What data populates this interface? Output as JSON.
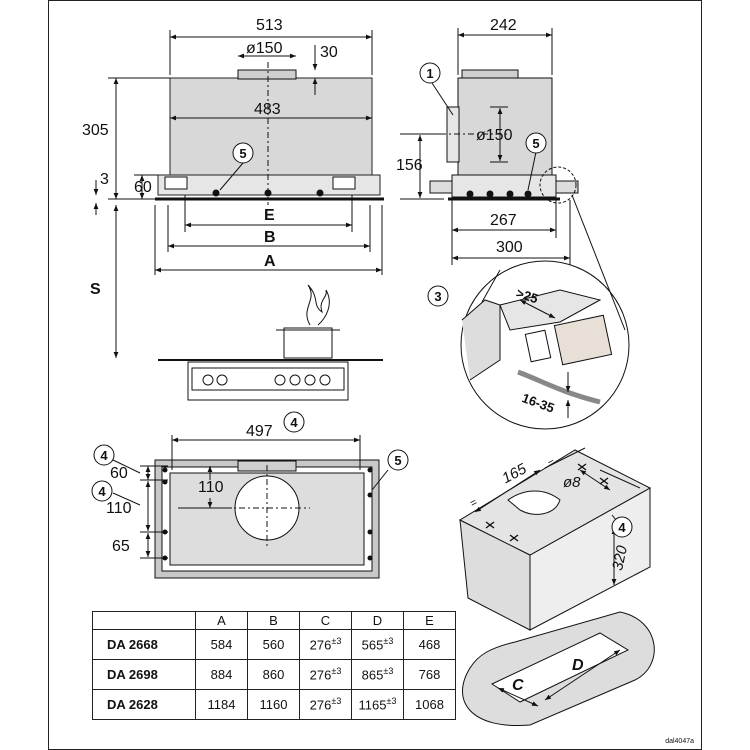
{
  "dims": {
    "width_513": "513",
    "dia_150_top": "ø150",
    "thirty": "30",
    "width_483": "483",
    "h305": "305",
    "h3": "3",
    "h60": "60",
    "label_S": "S",
    "label_E": "E",
    "label_B": "B",
    "label_A": "A",
    "width_242": "242",
    "dia_150_side": "ø150",
    "h156": "156",
    "width_267": "267",
    "width_300": "300",
    "gt25": ">25",
    "range_16_35": "16-35",
    "width_497": "497",
    "h110_inner": "110",
    "h60_left": "60",
    "h110_left": "110",
    "h65_left": "65",
    "width_165": "165",
    "dia_8": "ø8",
    "h320": "320",
    "label_C": "C",
    "label_D": "D",
    "equal_sign": "="
  },
  "callouts": {
    "one": "1",
    "three": "3",
    "four": "4",
    "five": "5"
  },
  "table": {
    "headers": [
      "",
      "A",
      "B",
      "C",
      "D",
      "E"
    ],
    "rows": [
      {
        "model": "DA 2668",
        "A": "584",
        "B": "560",
        "C": "276",
        "C_tol": "±3",
        "D": "565",
        "D_tol": "±3",
        "E": "468"
      },
      {
        "model": "DA 2698",
        "A": "884",
        "B": "860",
        "C": "276",
        "C_tol": "±3",
        "D": "865",
        "D_tol": "±3",
        "E": "768"
      },
      {
        "model": "DA 2628",
        "A": "1184",
        "B": "1160",
        "C": "276",
        "C_tol": "±3",
        "D": "1165",
        "D_tol": "±3",
        "E": "1068"
      }
    ]
  },
  "doc_code": "dal4047a"
}
